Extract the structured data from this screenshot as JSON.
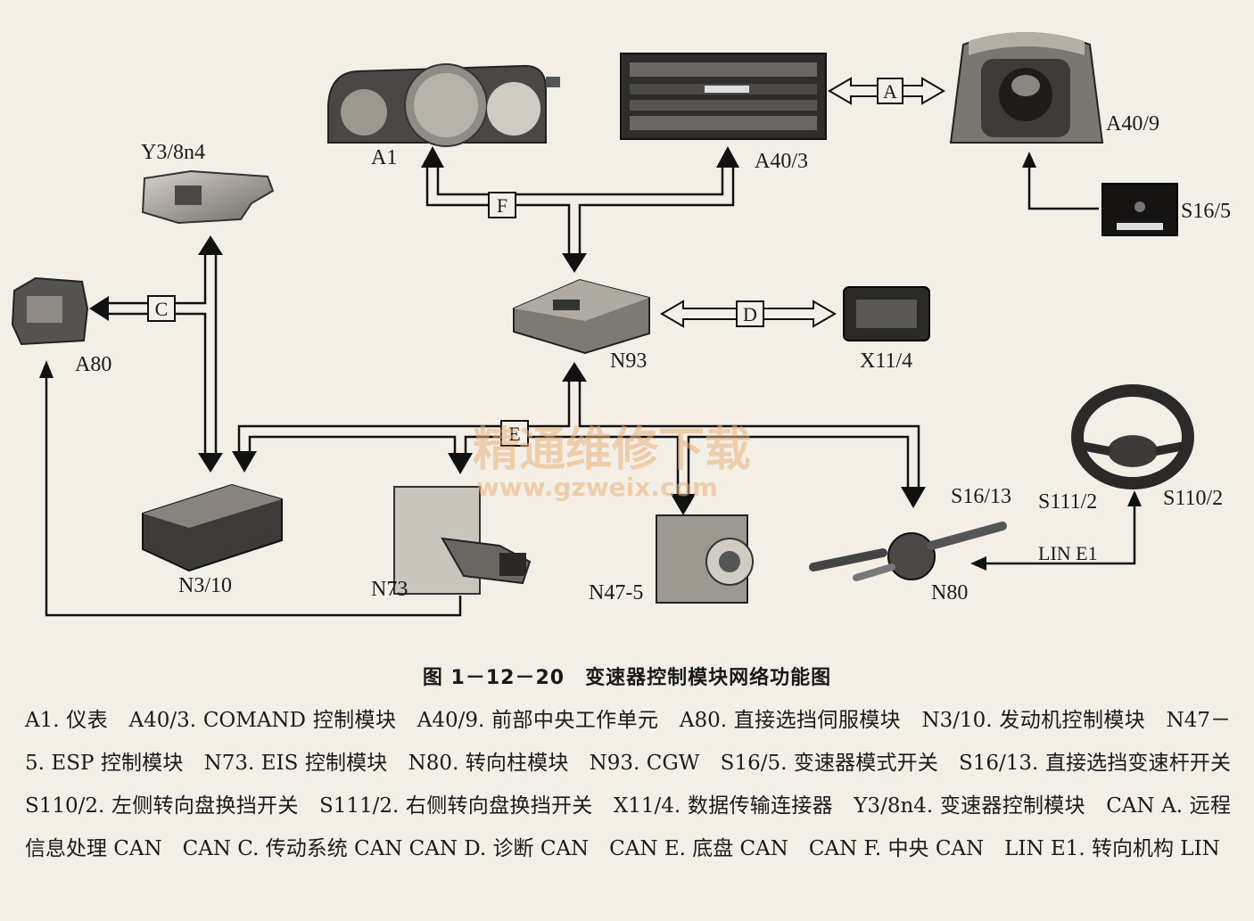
{
  "components": {
    "a1": "A1",
    "a40_3": "A40/3",
    "a40_9": "A40/9",
    "s16_5": "S16/5",
    "y3_8n4": "Y3/8n4",
    "a80": "A80",
    "n93": "N93",
    "x11_4": "X11/4",
    "n3_10": "N3/10",
    "n73": "N73",
    "n47_5": "N47-5",
    "n80": "N80",
    "s16_13": "S16/13",
    "s111_2": "S111/2",
    "s110_2": "S110/2"
  },
  "buses": {
    "a": "A",
    "c": "C",
    "d": "D",
    "e": "E",
    "f": "F",
    "lin": "LIN E1"
  },
  "watermark": {
    "cn": "精通维修下载",
    "url": "www.gzweix.com"
  },
  "caption": "图 1－12－20　变速器控制模块网络功能图",
  "legend": "A1. 仪表　A40/3. COMAND 控制模块　A40/9. 前部中央工作单元　A80. 直接选挡伺服模块　N3/10. 发动机控制模块　N47－5. ESP 控制模块　N73. EIS 控制模块　N80. 转向柱模块　N93. CGW　S16/5. 变速器模式开关　S16/13. 直接选挡变速杆开关　S110/2. 左侧转向盘换挡开关　S111/2. 右侧转向盘换挡开关　X11/4. 数据传输连接器　Y3/8n4. 变速器控制模块　CAN A. 远程信息处理 CAN　CAN C. 传动系统 CAN CAN D. 诊断 CAN　CAN E. 底盘 CAN　CAN F. 中央 CAN　LIN E1. 转向机构 LIN"
}
